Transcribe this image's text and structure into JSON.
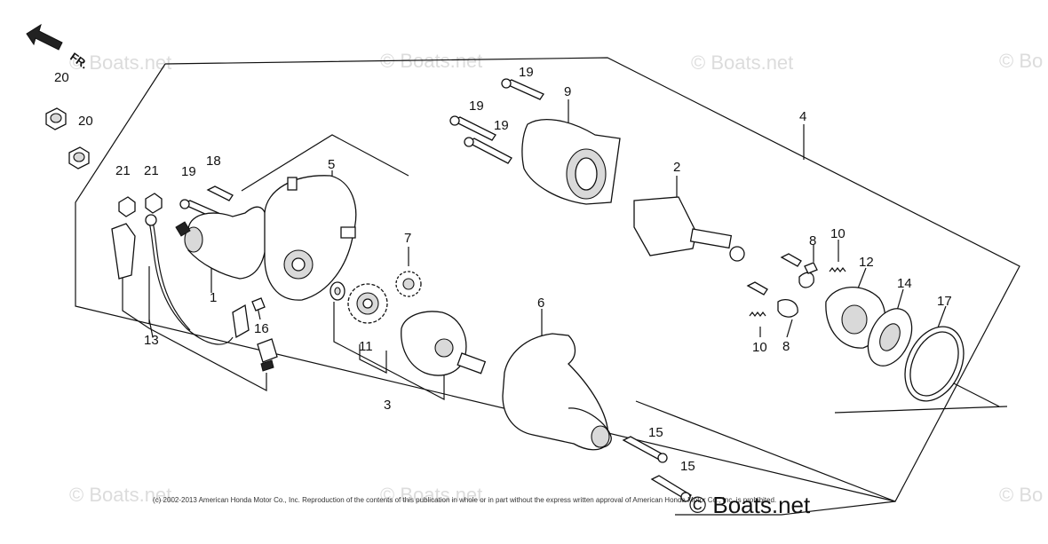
{
  "watermarks": [
    "© Boats.net",
    "© Boats.net",
    "© Boats.net",
    "© Bo",
    "© Boats.net",
    "© Boats.net",
    "© Bo"
  ],
  "brand_watermark": "© Boats.net",
  "copyright": "(c) 2002-2013 American Honda Motor Co., Inc. Reproduction of the contents of this publication in whole or in part without the express written approval of American Honda Motor Co., Inc. is prohibited.",
  "direction_label": "FR.",
  "callouts": {
    "c1": "1",
    "c2": "2",
    "c3": "3",
    "c4": "4",
    "c5": "5",
    "c6": "6",
    "c7": "7",
    "c8a": "8",
    "c8b": "8",
    "c9": "9",
    "c10a": "10",
    "c10b": "10",
    "c11": "11",
    "c12": "12",
    "c13": "13",
    "c14": "14",
    "c15a": "15",
    "c15b": "15",
    "c16": "16",
    "c17": "17",
    "c18": "18",
    "c19a": "19",
    "c19b": "19",
    "c19c": "19",
    "c19d": "19",
    "c20a": "20",
    "c20b": "20",
    "c21a": "21",
    "c21b": "21"
  }
}
